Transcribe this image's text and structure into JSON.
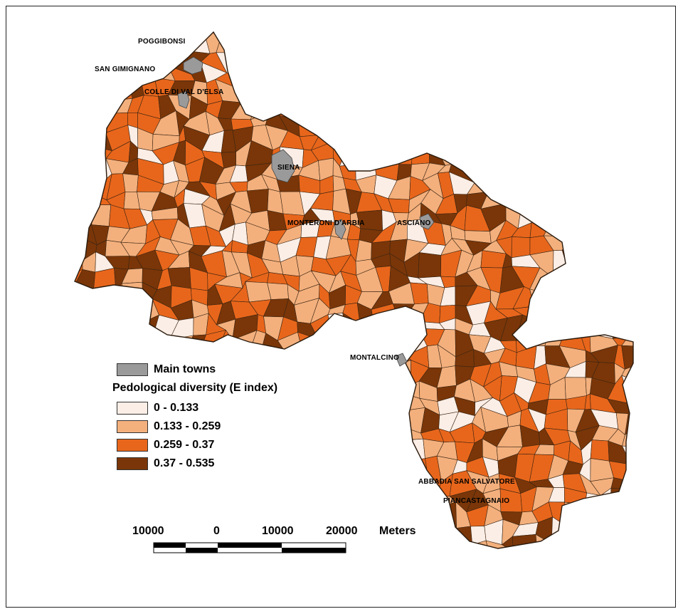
{
  "colors": {
    "main_towns": "#9a9a9a",
    "class1": "#fbeee6",
    "class2": "#f3b07d",
    "class3": "#e8661b",
    "class4": "#7a3608",
    "boundary": "#3b2412"
  },
  "towns": {
    "poggibonsi": "POGGIBONSI",
    "san_gimignano": "SAN GIMIGNANO",
    "colle": "COLLE DI VAL D'ELSA",
    "siena": "SIENA",
    "monteroni": "MONTERONI D'ARBIA",
    "asciano": "ASCIANO",
    "montalcino": "MONTALCINO",
    "abbadia": "ABBADIA SAN SALVATORE",
    "piancastagnaio": "PIANCASTAGNAIO"
  },
  "legend": {
    "main_towns": "Main towns",
    "title": "Pedological diversity (E index)",
    "classes": [
      {
        "label": "0 - 0.133",
        "color": "#fbeee6"
      },
      {
        "label": "0.133 - 0.259",
        "color": "#f3b07d"
      },
      {
        "label": "0.259 - 0.37",
        "color": "#e8661b"
      },
      {
        "label": "0.37 - 0.535",
        "color": "#7a3608"
      }
    ]
  },
  "scalebar": {
    "labels": [
      "10000",
      "0",
      "10000",
      "20000"
    ],
    "unit": "Meters"
  }
}
